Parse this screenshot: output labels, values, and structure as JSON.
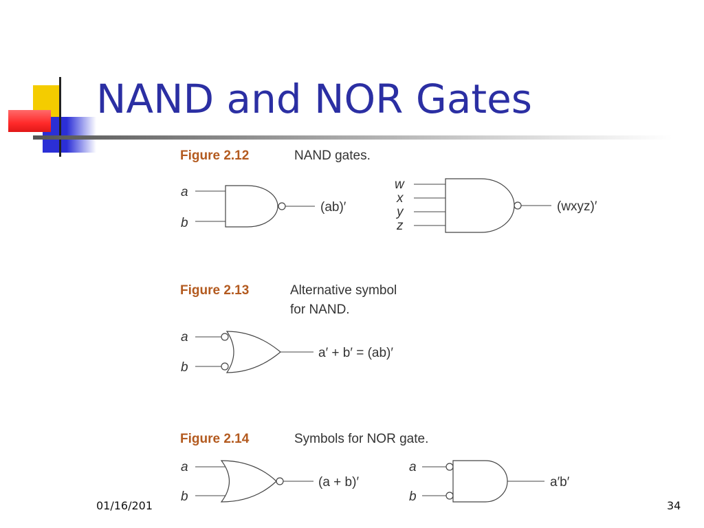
{
  "slide": {
    "title": "NAND and NOR Gates",
    "date": "01/16/201",
    "page_number": "34"
  },
  "colors": {
    "title": "#2b2fa3",
    "figure_label": "#b35a1f",
    "deco_yellow": "#f4cc00",
    "deco_red": "#ff3030",
    "deco_blue": "#2b2fd6"
  },
  "figures": [
    {
      "label": "Figure 2.12",
      "caption_lines": [
        "NAND gates."
      ],
      "gates": [
        {
          "symbol": "NAND",
          "inputs": [
            "a",
            "b"
          ],
          "output": "(ab)′"
        },
        {
          "symbol": "NAND",
          "inputs": [
            "w",
            "x",
            "y",
            "z"
          ],
          "output": "(wxyz)′"
        }
      ]
    },
    {
      "label": "Figure 2.13",
      "caption_lines": [
        "Alternative symbol",
        "for NAND."
      ],
      "gates": [
        {
          "symbol": "OR with inverted inputs",
          "inputs": [
            "a",
            "b"
          ],
          "output": "a′ + b′ = (ab)′"
        }
      ]
    },
    {
      "label": "Figure 2.14",
      "caption_lines": [
        "Symbols for NOR gate."
      ],
      "gates": [
        {
          "symbol": "NOR",
          "inputs": [
            "a",
            "b"
          ],
          "output": "(a + b)′"
        },
        {
          "symbol": "AND with inverted inputs",
          "inputs": [
            "a",
            "b"
          ],
          "output": "a′b′"
        }
      ]
    }
  ]
}
